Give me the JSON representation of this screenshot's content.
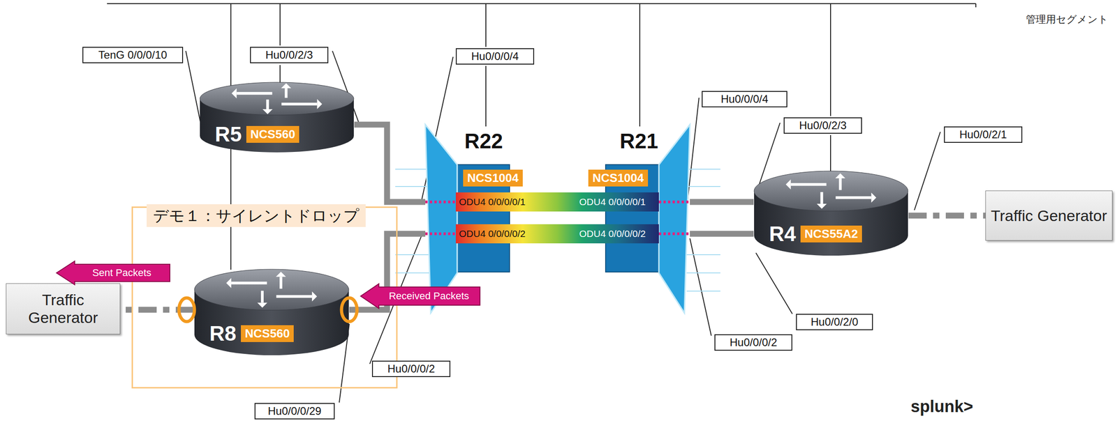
{
  "diagram": {
    "nodes": [
      {
        "text": [
          "R5",
          "NCS560"
        ]
      },
      {
        "text": [
          "R22",
          "NCS1004"
        ]
      },
      {
        "text": [
          "R21",
          "NCS1004"
        ]
      },
      {
        "text": [
          "R4",
          "NCS55A2"
        ]
      },
      {
        "text": [
          "Traffic Generator"
        ]
      },
      {
        "text": [
          "デモ１：サイレントドロップ"
        ]
      },
      {
        "text": [
          "R8",
          "NCS560"
        ],
        "in": 5
      },
      {
        "text": [
          "Traffic Generator"
        ]
      }
    ],
    "edges": [
      {
        "from": 0,
        "to": 1,
        "arrow": "none"
      },
      {
        "from": 6,
        "to": 1,
        "arrow": "none"
      },
      {
        "from": 1,
        "to": 2,
        "arrow": "none"
      },
      {
        "from": 1,
        "to": 2,
        "arrow": "none"
      },
      {
        "from": 2,
        "to": 3,
        "arrow": "none"
      },
      {
        "from": 2,
        "to": 3,
        "arrow": "none"
      },
      {
        "from": 3,
        "to": 4,
        "arrow": "none"
      },
      {
        "from": 6,
        "to": 7,
        "arrow": "none"
      }
    ],
    "labels": [
      "管理用セグメント",
      "TenG 0/0/0/10",
      "Hu0/0/2/3",
      "Hu0/0/0/4",
      "Hu0/0/0/4",
      "Hu0/0/2/3",
      "Hu0/0/2/1",
      "ODU4 0/0/0/0/1",
      "ODU4 0/0/0/0/1",
      "ODU4 0/0/0/0/2",
      "ODU4 0/0/0/0/2",
      "Sent Packets",
      "Received Packets",
      "Hu0/0/2/0",
      "Hu0/0/0/2",
      "Hu0/0/0/2",
      "Hu0/0/0/29",
      "splunk>"
    ]
  }
}
